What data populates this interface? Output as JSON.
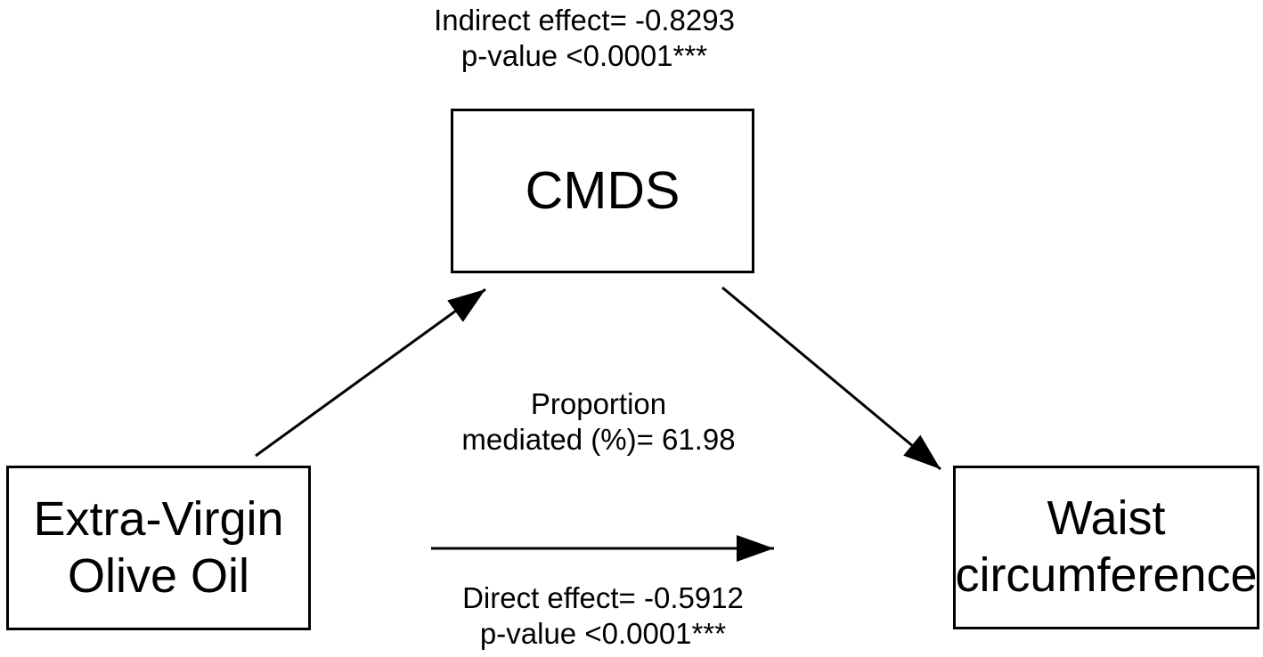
{
  "diagram": {
    "type": "mediation-path-diagram",
    "background_color": "#ffffff",
    "line_color": "#000000",
    "text_color": "#000000",
    "nodes": {
      "mediator": {
        "label": "CMDS"
      },
      "exposure": {
        "line1": "Extra-Virgin",
        "line2": "Olive Oil"
      },
      "outcome": {
        "line1": "Waist",
        "line2": "circumference"
      }
    },
    "annotations": {
      "indirect": {
        "line1": "Indirect effect= -0.8293",
        "line2": "p-value <0.0001***"
      },
      "proportion": {
        "line1": "Proportion",
        "line2": "mediated (%)= 61.98"
      },
      "direct": {
        "line1": "Direct effect= -0.5912",
        "line2": "p-value <0.0001***"
      }
    },
    "values": {
      "indirect_effect": -0.8293,
      "indirect_p_value": "<0.0001***",
      "direct_effect": -0.5912,
      "direct_p_value": "<0.0001***",
      "proportion_mediated_pct": 61.98
    },
    "arrows": [
      {
        "name": "exposure-to-mediator"
      },
      {
        "name": "mediator-to-outcome"
      },
      {
        "name": "exposure-to-outcome"
      }
    ]
  }
}
